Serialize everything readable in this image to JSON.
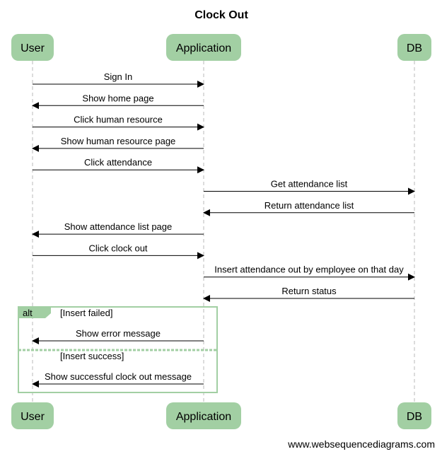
{
  "title": "Clock Out",
  "colors": {
    "participant_fill": "#a2cfa3",
    "lifeline": "#b9b9b9",
    "arrow": "#000000",
    "frame": "#a2cfa3",
    "text": "#000000"
  },
  "participants": [
    {
      "id": "user",
      "label": "User"
    },
    {
      "id": "app",
      "label": "Application"
    },
    {
      "id": "db",
      "label": "DB"
    }
  ],
  "messages": [
    {
      "from": "user",
      "to": "app",
      "label": "Sign In"
    },
    {
      "from": "app",
      "to": "user",
      "label": "Show home page"
    },
    {
      "from": "user",
      "to": "app",
      "label": "Click human resource"
    },
    {
      "from": "app",
      "to": "user",
      "label": "Show human resource page"
    },
    {
      "from": "user",
      "to": "app",
      "label": "Click attendance"
    },
    {
      "from": "app",
      "to": "db",
      "label": "Get attendance list"
    },
    {
      "from": "db",
      "to": "app",
      "label": "Return attendance list"
    },
    {
      "from": "app",
      "to": "user",
      "label": "Show attendance list page"
    },
    {
      "from": "user",
      "to": "app",
      "label": "Click clock out"
    },
    {
      "from": "app",
      "to": "db",
      "label": "Insert attendance out by employee on that day"
    },
    {
      "from": "db",
      "to": "app",
      "label": "Return status"
    }
  ],
  "alt_frame": {
    "keyword": "alt",
    "sections": [
      {
        "condition": "[Insert failed]",
        "messages": [
          {
            "from": "app",
            "to": "user",
            "label": "Show error message"
          }
        ]
      },
      {
        "condition": "[Insert success]",
        "messages": [
          {
            "from": "app",
            "to": "user",
            "label": "Show successful clock out message"
          }
        ]
      }
    ]
  },
  "watermark": "www.websequencediagrams.com"
}
